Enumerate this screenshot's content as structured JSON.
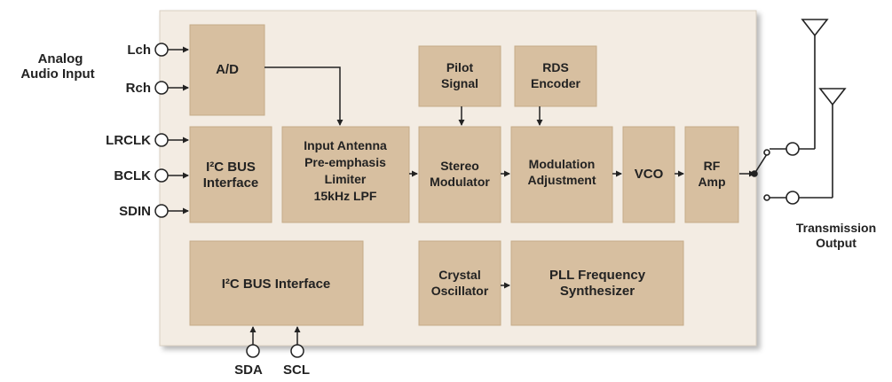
{
  "colors": {
    "chip_fill": "#f3ece3",
    "chip_edge": "#d9cfc2",
    "block_fill": "#d7bfa0",
    "block_edge": "#c6ab88",
    "line": "#222222",
    "pin_fill": "#ffffff"
  },
  "inputs": {
    "group_label_line1": "Analog",
    "group_label_line2": "Audio Input",
    "lch": "Lch",
    "rch": "Rch",
    "lrclk": "LRCLK",
    "bclk": "BCLK",
    "sdin": "SDIN"
  },
  "blocks": {
    "ad": {
      "lines": [
        "A/D"
      ]
    },
    "i2c_interface": {
      "lines": [
        "I²C BUS",
        "Interface"
      ]
    },
    "input_antenna": {
      "lines": [
        "Input Antenna",
        "Pre-emphasis",
        "Limiter",
        "15kHz LPF"
      ]
    },
    "pilot": {
      "lines": [
        "Pilot",
        "Signal"
      ]
    },
    "rds": {
      "lines": [
        "RDS",
        "Encoder"
      ]
    },
    "stereo": {
      "lines": [
        "Stereo",
        "Modulator"
      ]
    },
    "modulation": {
      "lines": [
        "Modulation",
        "Adjustment"
      ]
    },
    "vco": {
      "lines": [
        "VCO"
      ]
    },
    "rf_amp": {
      "lines": [
        "RF",
        "Amp"
      ]
    },
    "i2c_bus": {
      "lines": [
        "I²C BUS Interface"
      ]
    },
    "crystal": {
      "lines": [
        "Crystal",
        "Oscillator"
      ]
    },
    "pll": {
      "lines": [
        "PLL Frequency",
        "Synthesizer"
      ]
    }
  },
  "pins_bottom": {
    "sda": "SDA",
    "scl": "SCL"
  },
  "output": {
    "line1": "Transmission",
    "line2": "Output"
  },
  "icons": {
    "pin": "circle-pin-icon",
    "antenna": "antenna-icon",
    "switch": "rf-switch-icon"
  }
}
